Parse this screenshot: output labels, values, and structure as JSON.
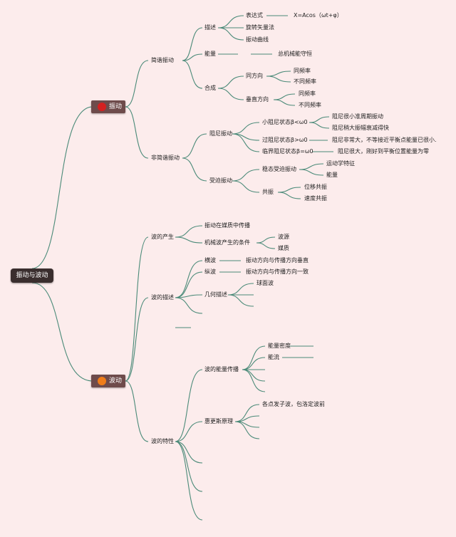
{
  "colors": {
    "background": "#fcecec",
    "branch": "#4a8a78",
    "root": "#3a2e2e",
    "main": "#6e4b4b",
    "vibration_icon": "#d42020",
    "wave_icon": "#ef7d1a"
  },
  "icons": {
    "vibration": "red-circle-icon",
    "wave": "orange-circle-icon"
  },
  "root": "振动与波动",
  "vibration": {
    "label": "振动",
    "simple": {
      "label": "简谐振动",
      "describe": {
        "label": "描述",
        "expr": "表达式",
        "formula": "X=Acos（ωt+φ）",
        "rotating": "旋转矢量法",
        "curve": "振动曲线"
      },
      "energy": {
        "label": "能量",
        "value": "总机械能守恒"
      },
      "compose": {
        "label": "合成",
        "same": {
          "label": "同方向",
          "a": "同频率",
          "b": "不同频率"
        },
        "perp": {
          "label": "垂直方向",
          "a": "同频率",
          "b": "不同频率"
        }
      }
    },
    "nonsimple": {
      "label": "非简谐振动",
      "damped": {
        "label": "阻尼振动",
        "small": {
          "label": "小阻尼状态β<ω0",
          "a": "阻尼很小准周期振动",
          "b": "阻尼稍大振幅衰减得快"
        },
        "over": {
          "label": "过阻尼状态β>ω0",
          "a": "阻尼非常大，不等接近平衡点能量已很小."
        },
        "critical": {
          "label": "临界阻尼状态β=ω0",
          "a": "阻尼很大，刚好到平衡位置能量为零"
        }
      },
      "forced": {
        "label": "受迫振动",
        "steady": {
          "label": "稳态受迫振动",
          "a": "运动学特征",
          "b": "能量"
        },
        "resonance": {
          "label": "共振",
          "a": "位移共振",
          "b": "速度共振"
        }
      }
    }
  },
  "wave": {
    "label": "波动",
    "generation": {
      "label": "波的产生",
      "a": "振动在媒质中传播",
      "b": {
        "label": "机械波产生的条件",
        "a": "波源",
        "b": "媒质"
      }
    },
    "description": {
      "label": "波的描述",
      "transverse": "横波",
      "transverse_def": "振动方向与传播方向垂直",
      "longitudinal": "纵波",
      "longitudinal_def": "振动方向与传播方向一致",
      "geometry": "几何描述",
      "sphere": "球面波"
    },
    "properties": {
      "label": "波的特性",
      "energy": {
        "label": "波的能量传播",
        "density": "能量密度",
        "flow": "能流"
      },
      "huygens": {
        "label": "惠更斯原理",
        "a": "各点发子波，包洛定波前"
      }
    }
  }
}
